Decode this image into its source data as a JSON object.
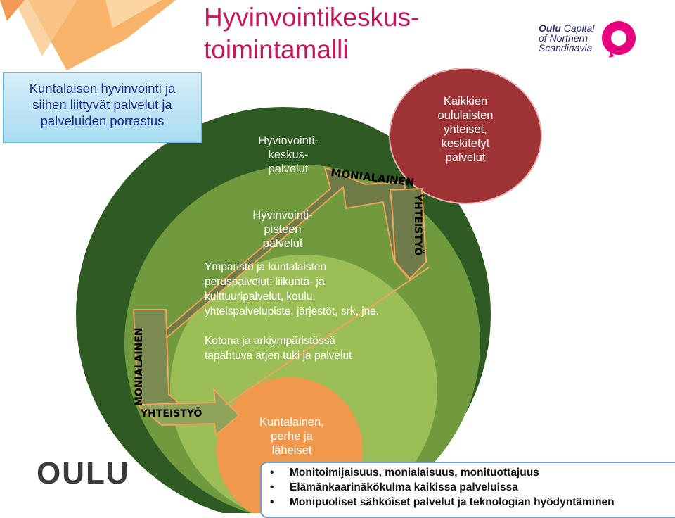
{
  "title": {
    "line1": "Hyvinvointikeskus-",
    "line2": "toimintamalli"
  },
  "left_box": {
    "lines": [
      "Kuntalaisen hyvinvointi ja",
      "siihen liittyvät palvelut ja",
      "palveluiden porrastus"
    ]
  },
  "logo": {
    "brand": "Oulu",
    "line1": "Capital",
    "line2": "of Northern",
    "line3": "Scandinavia"
  },
  "oulu_logo": "OULU",
  "red_circle": {
    "lines": [
      "Kaikkien",
      "oululaisten",
      "yhteiset,",
      "keskitetyt",
      "palvelut"
    ]
  },
  "hk_palvelut": {
    "lines": [
      "Hyvinvointi-",
      "keskus-",
      "palvelut"
    ]
  },
  "hp_palvelut": {
    "lines": [
      "Hyvinvointi-",
      "pisteen",
      "palvelut"
    ]
  },
  "basic_services": {
    "lines": [
      "Ympäristö ja kuntalaisten",
      "peruspalvelut; liikunta- ja",
      "kulttuuripalvelut, koulu,",
      "yhteispalvelupiste, järjestöt, srk, jne."
    ]
  },
  "home_support": {
    "lines": [
      "Kotona ja arkiympäristössä",
      "tapahtuva arjen tuki ja palvelut"
    ]
  },
  "center_circle": {
    "lines": [
      "Kuntalainen,",
      "perhe ja",
      "läheiset"
    ]
  },
  "arrow_labels": {
    "monialainen_top": "MONIALAINEN",
    "yhteistyo_right": "YHTEISTYÖ",
    "monialainen_left": "MONIALAINEN",
    "yhteistyo_bottom": "YHTEISTYÖ"
  },
  "bullets": [
    "Monitoimijaisuus, monialaisuus, monituottajuus",
    "Elämänkaarinäkökulma kaikissa palveluissa",
    "Monipuoliset sähköiset palvelut ja teknologian hyödyntäminen"
  ],
  "colors": {
    "title": "#c2185b",
    "dark_green": "#2f5a24",
    "mid_green": "#6f9a3e",
    "light_green": "#9bbe56",
    "orange": "#f0984c",
    "red": "#9e3336",
    "arrow_stroke": "#f0a35e",
    "logo_pink": "#e6007e"
  }
}
